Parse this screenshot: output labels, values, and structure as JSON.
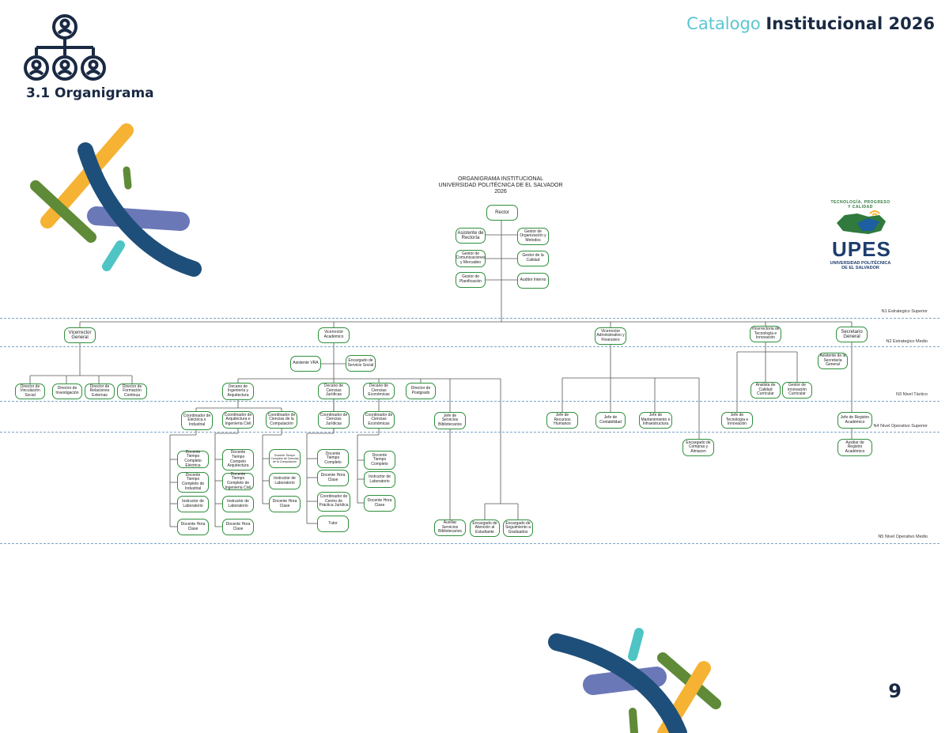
{
  "header": {
    "title_light": "Catalogo",
    "title_bold": "Institucional 2026"
  },
  "section": {
    "label": "3.1 Organigrama",
    "icon": "org-chart-icon"
  },
  "page_number": "9",
  "chart": {
    "title_line1": "ORGANIGRAMA INSTITUCIONAL",
    "title_line2": "UNIVERSIDAD POLITÉCNICA DE EL SALVADOR",
    "title_line3": "2026"
  },
  "logo": {
    "arc_text": "TECNOLOGÍA, PROGRESO Y CALIDAD",
    "word": "UPES",
    "sub": "UNIVERSIDAD POLITÉCNICA DE EL SALVADOR"
  },
  "colors": {
    "green": "#2f8f3c",
    "navy": "#1a2a44",
    "teal": "#5bc6d2",
    "orange": "#f6b233",
    "olive": "#5f8a37",
    "purple": "#6b78b8",
    "blue": "#1e4f7a"
  },
  "levels": {
    "n1": "N1 Estrategico Superior",
    "n2": "N2 Estrategico Medio",
    "n3": "N3 Nivel Táctico",
    "n4": "N4 Nivel Operativo Superior",
    "n5": "N5 Nivel Operativo Medio"
  },
  "nodes": {
    "rector": "Rector",
    "asistente_rectoria": "Asistente de Rectoría",
    "gestor_comunicaciones": "Gestor de Comunicaciones y Mercadeo",
    "gestor_planificacion": "Gestor de Planificación",
    "gestor_organizacion": "Gestor de Organización y Metodos",
    "gestor_calidad": "Gestor de la Calidad",
    "auditor": "Auditor Interno",
    "vicerrector_general": "Vicerrector General",
    "vicerrector_academico": "Vicerrector Académico",
    "vicerrector_admin": "Vicerrector Administrativo y Financiero",
    "vicerrectoria_tec": "Vicerrectoria de Tecnología e Innovación",
    "secretario_general": "Secretario General",
    "director_vinculacion": "Director de Vinculación Social",
    "director_investigacion": "Director de Investigación",
    "director_relaciones": "Director de Relaciones Externas",
    "director_formacion": "Director de Formación Continua",
    "asistente_vra": "Asistente VRA",
    "encargado_servicio_social": "Encargado de Servicio Social",
    "decano_ingenieria": "Decano de Ingeniería y Arquitectura",
    "decano_juridicas": "Decano de Ciencias Jurídicas",
    "decano_economicas": "Decano de Ciencias Económicas",
    "director_postgrado": "Director de Postgrado",
    "analista_calidad": "Analista de Calidad Curricular",
    "gestor_innovacion": "Gestor de innovación Curricular",
    "asistente_secretaria": "Asistente de la Secretaría General",
    "coord_electrica": "Coordinador de Eléctrica e Industrial",
    "coord_arquitectura": "Coordinador de Arquitectura e Ingeniería Civil",
    "coord_computacion": "Coordinador de Ciencias de la Computación",
    "coord_juridicas": "Coordinador de Ciencias Jurídicas",
    "coord_economicas": "Coordinador de Ciencias Económicas",
    "jefe_bibliotecarios": "Jefe de Servicios Bibliotecarios",
    "jefe_rrhh": "Jefe de Recursos Humanos",
    "jefe_contabilidad": "Jefe de Contabilidad",
    "jefe_mantenimiento": "Jefe de Mantenimiento e Infraestructura",
    "jefe_tecnologia": "Jefe de Tecnología e Innovación",
    "jefe_registro": "Jefe de Registro Académico",
    "encargado_compras": "Encargado de Compras y Almacen",
    "auxiliar_registro": "Auxiliar de Registro Académico",
    "docente_tc_electrica": "Docente Tiempo Completo Eléctrica",
    "docente_tc_industrial": "Docente Tiempo Completo de Industrial",
    "instructor_lab_1": "Instructor de Laboratorio",
    "docente_hc_1": "Docente Hora Clase",
    "docente_tc_arquitectura": "Docente Tiempo Compelo Arquitectura",
    "docente_tc_civil": "Docente Tiempo Completo de Ingeniería Civil",
    "instructor_lab_2": "Instructor de Laboratorio",
    "docente_hc_2": "Docente Hora Clase",
    "docente_tc_computacion": "Docente Tiempo Completo de Ciencias de la Computación",
    "instructor_lab_3": "Instructor de Laboratorio",
    "docente_hc_3": "Docente Hora Clase",
    "docente_tc_juridicas": "Docente Tiempo Completo",
    "docente_hc_juridicas": "Docente Hora Clase",
    "coord_practica": "Coordinador de Centro de Práctica Jurídica",
    "tutor": "Tutor",
    "docente_tc_economicas": "Docente Tiempo Completo",
    "instructor_lab_4": "Instructor de Laboratorio",
    "docente_hc_economicas": "Docente Hora Clase",
    "auxiliar_biblioteca": "Auxiliar Servicios Bibliotecarios",
    "encargado_atencion": "Encargado de Atención al Estudiante",
    "encargado_graduados": "Encargado de Seguimiento a Graduados"
  }
}
